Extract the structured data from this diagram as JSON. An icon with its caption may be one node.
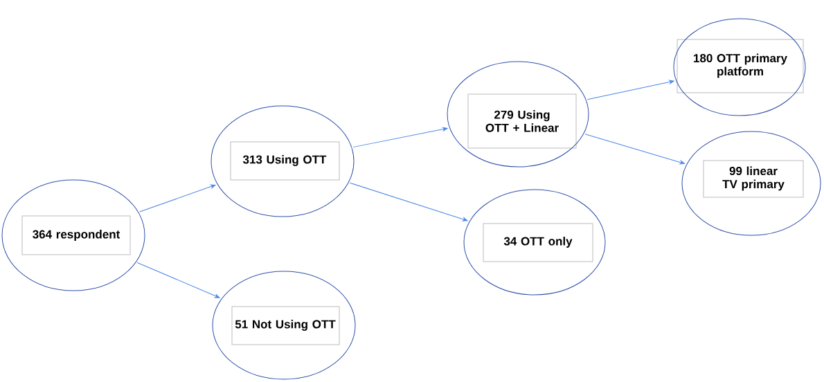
{
  "diagram": {
    "nodes": [
      {
        "text": [
          "364 respondent"
        ]
      },
      {
        "text": [
          "313 Using OTT"
        ]
      },
      {
        "text": [
          "51 Not Using OTT"
        ]
      },
      {
        "text": [
          "279 Using OTT + Linear"
        ]
      },
      {
        "text": [
          "34 OTT only"
        ]
      },
      {
        "text": [
          "180 OTT primary platform"
        ]
      },
      {
        "text": [
          "99 linear TV primary"
        ]
      }
    ],
    "edges": [
      {
        "from": 0,
        "to": 1,
        "arrow": "to"
      },
      {
        "from": 0,
        "to": 2,
        "arrow": "to"
      },
      {
        "from": 1,
        "to": 3,
        "arrow": "to"
      },
      {
        "from": 1,
        "to": 4,
        "arrow": "to"
      },
      {
        "from": 3,
        "to": 5,
        "arrow": "to"
      },
      {
        "from": 3,
        "to": 6,
        "arrow": "to"
      }
    ]
  }
}
